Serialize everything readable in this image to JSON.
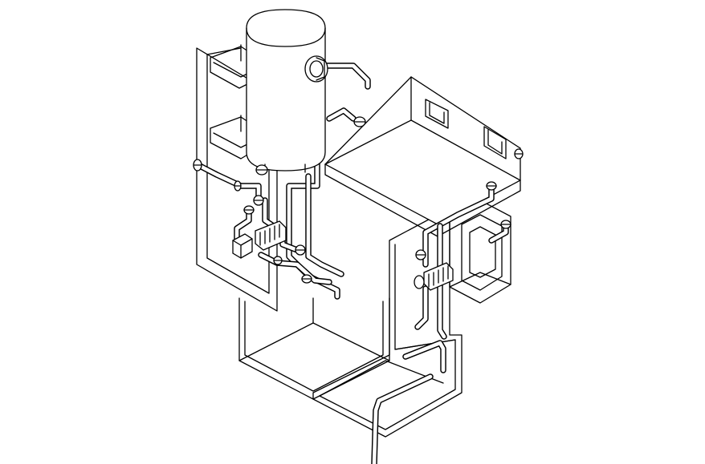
{
  "drawing": {
    "kind": "isometric plumbing line drawing",
    "colors": {
      "ink": "#000000",
      "paper": "#ffffff"
    },
    "components": [
      "pressure-tank",
      "wall-panel",
      "upper-tank-box",
      "lower-left-tank",
      "lower-right-tank",
      "side-box",
      "pump-left",
      "pump-right",
      "pipe-network",
      "valves",
      "supply-pipe"
    ]
  }
}
